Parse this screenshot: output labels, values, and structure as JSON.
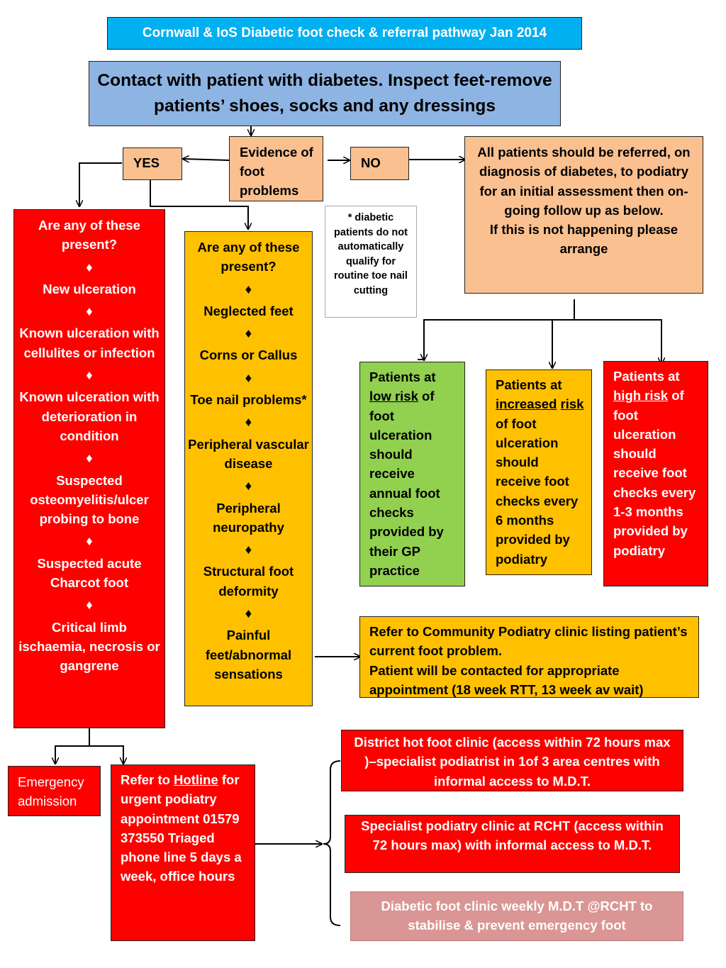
{
  "title": "Cornwall & IoS Diabetic foot check & referral pathway Jan 2014",
  "contact": "Contact with patient with diabetes. Inspect feet-remove patients’ shoes, socks and any dressings",
  "evidence": "Evidence of foot problems",
  "yes": "YES",
  "no": "NO",
  "all_patients": "All patients should be referred, on diagnosis of diabetes, to podiatry for an initial assessment then on-going follow up as below.",
  "all_patients_2": "If this is not happening please arrange",
  "note": "* diabetic patients do not automatically qualify for routine toe nail cutting",
  "diamond": "♦",
  "red_list": {
    "heading": "Are any of these present?",
    "items": [
      "New ulceration",
      "Known ulceration with cellulites or infection",
      "Known ulceration with deterioration in condition",
      "Suspected osteomyelitis/ulcer probing to bone",
      "Suspected acute Charcot foot",
      "Critical limb ischaemia, necrosis or gangrene"
    ]
  },
  "amber_list": {
    "heading": "Are any of these present?",
    "items": [
      "Neglected feet",
      "Corns or Callus",
      "Toe nail problems*",
      "Peripheral vascular disease",
      "Peripheral neuropathy",
      "Structural foot deformity",
      "Painful feet/abnormal sensations"
    ]
  },
  "low_risk": {
    "pre": "Patients at",
    "link": "low risk",
    "post": "of foot ulceration should receive annual foot checks provided by their GP practice"
  },
  "increased_risk": {
    "pre": "Patients at",
    "link1": "increased",
    "link2": "risk",
    "post": "of foot ulceration should receive foot checks every 6 months provided by podiatry"
  },
  "high_risk": {
    "pre": "Patients at",
    "link": "high risk",
    "post": "of foot ulceration should receive  foot checks every 1-3 months provided by podiatry"
  },
  "community": {
    "line1": "Refer to Community Podiatry clinic listing patient’s current foot problem.",
    "line2": "Patient will be contacted for appropriate appointment (18 week RTT, 13 week av wait)"
  },
  "emergency": "Emergency admission",
  "hotline": {
    "pre": "Refer to",
    "link": "Hotline",
    "post": "for urgent podiatry appointment 01579 373550 Triaged phone line 5 days a week, office hours"
  },
  "district": "District hot foot clinic (access within 72 hours max )–specialist podiatrist in 1of 3 area centres with informal access to M.D.T.",
  "specialist": "Specialist podiatry clinic at RCHT (access within 72 hours max) with informal access to M.D.T.",
  "mdt": "Diabetic foot clinic  weekly M.D.T @RCHT to stabilise & prevent emergency foot",
  "colors": {
    "title_bg": "#00b0f0",
    "contact_bg": "#8eb4e3",
    "peach": "#fac090",
    "red": "#ff0000",
    "amber": "#ffc000",
    "green": "#92d050",
    "pink": "#d99694"
  }
}
